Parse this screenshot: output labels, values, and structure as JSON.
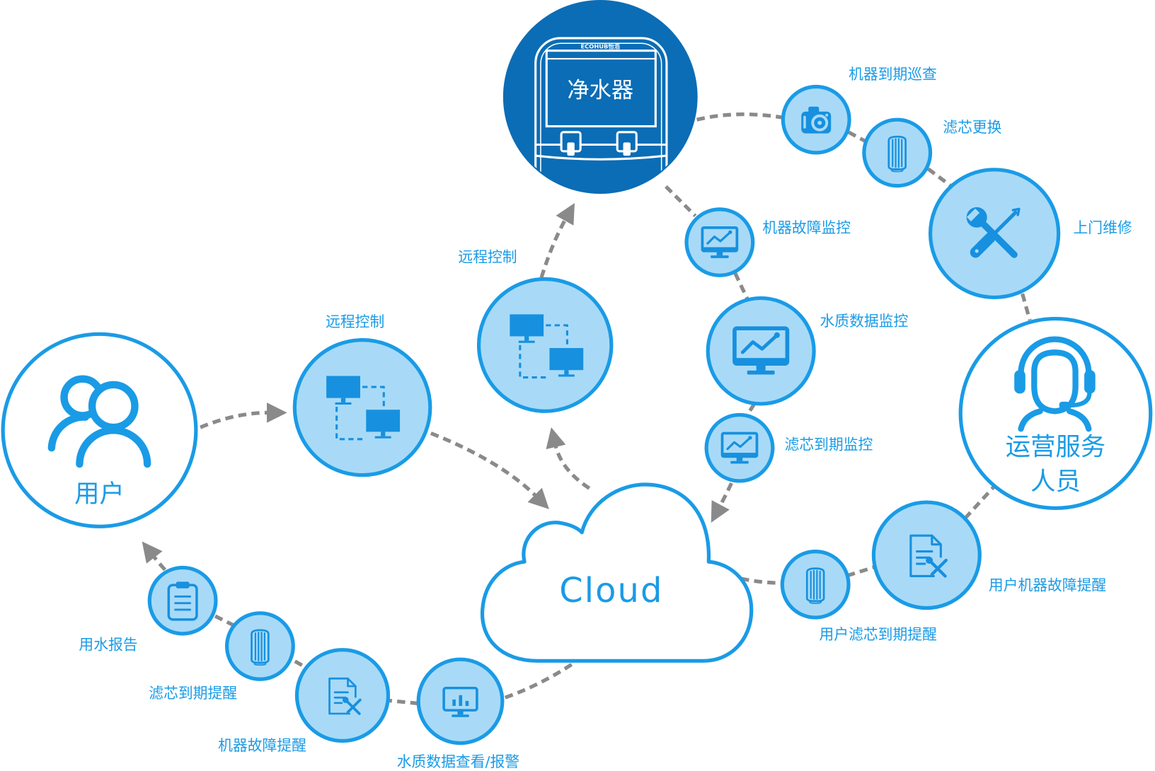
{
  "colors": {
    "accent": "#1a9be6",
    "icon": "#1790df",
    "node_fill": "#a8daf7",
    "purifier_fill": "#0b6db5",
    "arrow": "#8a8a8a"
  },
  "purifier": {
    "brand": "ECOHUB怡浩",
    "label": "净水器",
    "icon": "water-purifier-icon"
  },
  "user": {
    "label": "用户",
    "icon": "users-icon"
  },
  "operator": {
    "label_line1": "运营服务",
    "label_line2": "人员",
    "icon": "customer-service-headset-icon"
  },
  "cloud": {
    "label": "Cloud",
    "icon": "cloud-icon"
  },
  "nodes": {
    "remote_control_user": {
      "label": "远程控制",
      "icon": "remote-network-icon"
    },
    "remote_control_cloud": {
      "label": "远程控制",
      "icon": "remote-network-icon"
    },
    "machine_expiry_inspection": {
      "label": "机器到期巡查",
      "icon": "camera-icon"
    },
    "filter_replacement": {
      "label": "滤芯更换",
      "icon": "filter-cartridge-icon"
    },
    "onsite_repair": {
      "label": "上门维修",
      "icon": "wrench-screwdriver-icon"
    },
    "machine_fault_monitoring": {
      "label": "机器故障监控",
      "icon": "monitor-chart-icon"
    },
    "water_quality_monitoring": {
      "label": "水质数据监控",
      "icon": "monitor-chart-icon"
    },
    "filter_expiry_monitoring": {
      "label": "滤芯到期监控",
      "icon": "monitor-chart-icon"
    },
    "user_fault_reminder": {
      "label": "用户机器故障提醒",
      "icon": "document-tools-icon"
    },
    "user_filter_reminder": {
      "label": "用户滤芯到期提醒",
      "icon": "filter-cartridge-icon"
    },
    "water_usage_report": {
      "label": "用水报告",
      "icon": "clipboard-icon"
    },
    "filter_expiry_reminder": {
      "label": "滤芯到期提醒",
      "icon": "filter-cartridge-icon"
    },
    "machine_fault_reminder": {
      "label": "机器故障提醒",
      "icon": "document-tools-icon"
    },
    "water_quality_view_alarm": {
      "label": "水质数据查看/报警",
      "icon": "monitor-bars-icon"
    }
  }
}
